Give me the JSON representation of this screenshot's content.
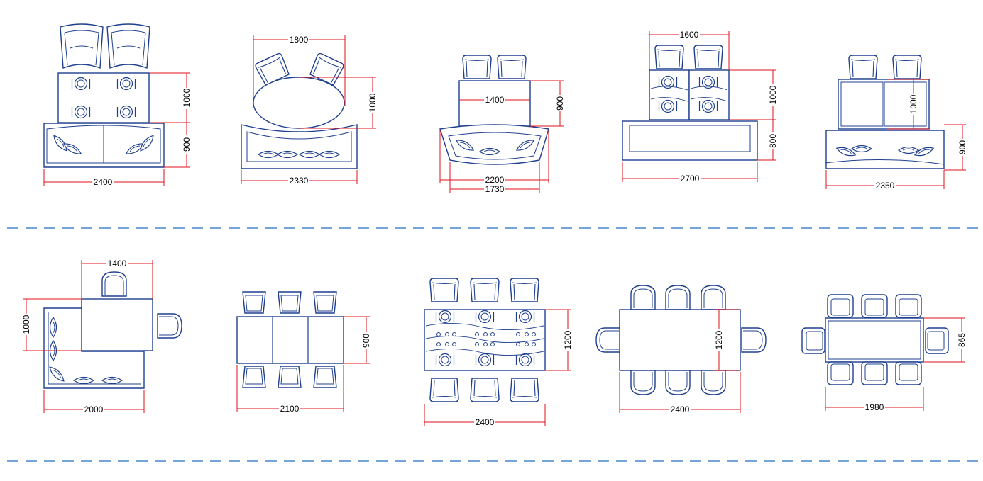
{
  "colors": {
    "line": "#1f3f8f",
    "dimension": "#e0101e",
    "separator": "#4a86c8",
    "text": "#000000"
  },
  "labels": {
    "b1": {
      "w": "2400",
      "h1": "1000",
      "h2": "900"
    },
    "b2": {
      "top": "1800",
      "bottom": "2330",
      "h": "1000"
    },
    "b3": {
      "table": "1400",
      "h": "900",
      "bottom1": "2200",
      "bottom2": "1730"
    },
    "b4": {
      "top": "1600",
      "h1": "1000",
      "h2": "800",
      "bottom": "2700"
    },
    "b5": {
      "h1": "1000",
      "h2": "900",
      "bottom": "2350"
    },
    "b6": {
      "top": "1400",
      "h": "1000",
      "bottom": "2000"
    },
    "b7": {
      "h": "900",
      "bottom": "2100"
    },
    "b8": {
      "h": "1200",
      "bottom": "2400"
    },
    "b9": {
      "h": "1200",
      "bottom": "2400"
    },
    "b10": {
      "h": "865",
      "bottom": "1980"
    }
  }
}
